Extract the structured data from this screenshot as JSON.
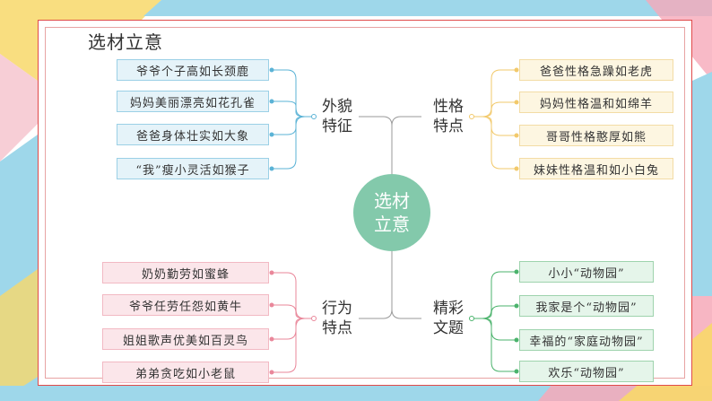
{
  "title": "选材立意",
  "center": {
    "line1": "选材",
    "line2": "立意"
  },
  "branches": {
    "appearance": {
      "line1": "外貌",
      "line2": "特征",
      "items": [
        "爷爷个子高如长颈鹿",
        "妈妈美丽漂亮如花孔雀",
        "爸爸身体壮实如大象",
        "“我”瘦小灵活如猴子"
      ],
      "color": "#5bb3d6"
    },
    "personality": {
      "line1": "性格",
      "line2": "特点",
      "items": [
        "爸爸性格急躁如老虎",
        "妈妈性格温和如绵羊",
        "哥哥性格憨厚如熊",
        "妹妹性格温和如小白兔"
      ],
      "color": "#f2c96b"
    },
    "behavior": {
      "line1": "行为",
      "line2": "特点",
      "items": [
        "奶奶勤劳如蜜蜂",
        "爷爷任劳任怨如黄牛",
        "姐姐歌声优美如百灵鸟",
        "弟弟贪吃如小老鼠"
      ],
      "color": "#e9879a"
    },
    "topics": {
      "line1": "精彩",
      "line2": "文题",
      "items": [
        "小小“动物园”",
        "我家是个“动物园”",
        "幸福的“家庭动物园”",
        "欢乐“动物园”"
      ],
      "color": "#4bb36c"
    }
  },
  "colors": {
    "frame": "#e04a4a",
    "center": "#83c9ab",
    "accent_blue": "#8ed1e8",
    "accent_yellow": "#f5c94c",
    "accent_pink": "#f2a5b4"
  }
}
